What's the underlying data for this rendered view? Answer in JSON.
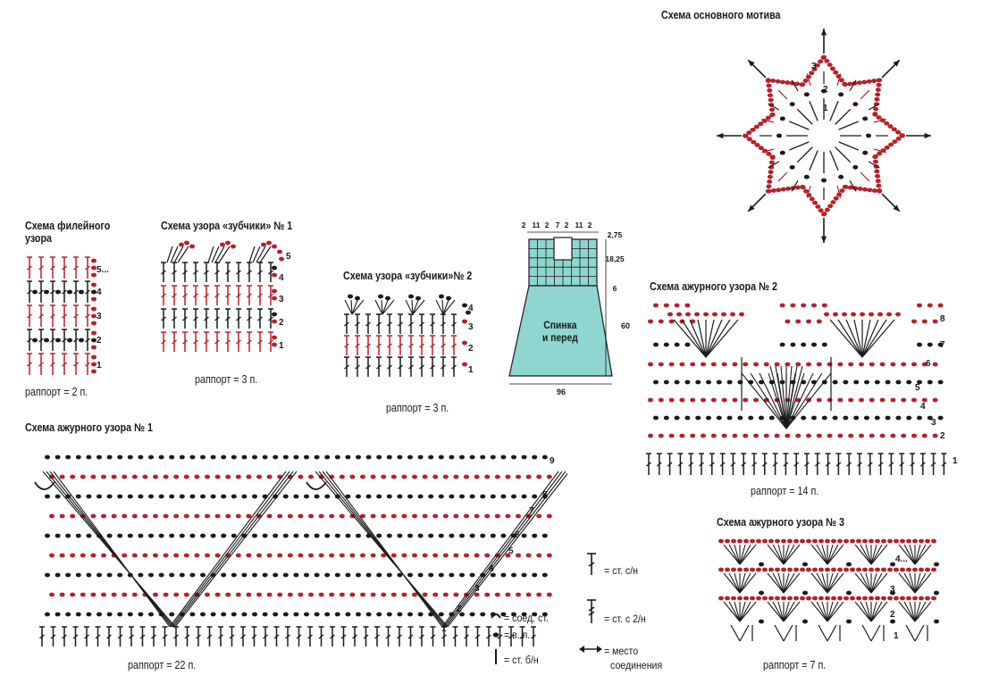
{
  "titles": {
    "filet": [
      "Схема филейного",
      "узора"
    ],
    "zub1": "Схема узора «зубчики» № 1",
    "zub2": "Схема узора «зубчики»№ 2",
    "motif": "Схема основного мотива",
    "azh1": "Схема ажурного узора № 1",
    "azh2": "Схема ажурного узора № 2",
    "azh3": "Схема ажурного узора № 3"
  },
  "repeats": {
    "filet": "раппорт = 2 п.",
    "zub1": "раппорт = 3 п.",
    "zub2": "раппорт = 3 п.",
    "azh1": "раппорт = 22 п.",
    "azh2": "раппорт = 14 п.",
    "azh3": "раппорт = 7 п."
  },
  "row_numbers": {
    "filet": [
      "5...",
      "4",
      "3",
      "2",
      "1"
    ],
    "zub1": [
      "5",
      "4",
      "3",
      "2",
      "1"
    ],
    "zub2": [
      "4",
      "3",
      "2",
      "1"
    ],
    "azh1": [
      "9",
      "8",
      "7",
      "6",
      "5",
      "4",
      "3",
      "2",
      "1"
    ],
    "azh2": [
      "8",
      "7",
      "6",
      "5",
      "4",
      "3",
      "2",
      "1"
    ],
    "azh3": [
      "4...",
      "3",
      "2",
      "1"
    ],
    "motif": [
      "3",
      "2",
      "1"
    ]
  },
  "pattern_piece": {
    "label_lines": [
      "Спинка",
      "и перед"
    ],
    "top_dims": [
      "2",
      "11",
      "2",
      "7",
      "2",
      "11",
      "2"
    ],
    "side_dims": [
      "2,75",
      "18,25",
      "6",
      "60"
    ],
    "bottom_dim": "96",
    "fill_color": "#8fd6d0"
  },
  "legend": [
    {
      "symbol": "slip-stitch",
      "text": "= соед. ст."
    },
    {
      "symbol": "chain",
      "text": "= в. п."
    },
    {
      "symbol": "single-crochet",
      "text": "= ст. б/н"
    },
    {
      "symbol": "double-crochet",
      "text": "= ст. с/н"
    },
    {
      "symbol": "treble-crochet",
      "text": "= ст. с 2/н"
    },
    {
      "symbol": "join-arrow",
      "text": [
        "= место",
        "соединения"
      ]
    }
  ],
  "colors": {
    "ink": "#1a1a1a",
    "red": "#b8202a",
    "teal": "#8fd6d0"
  }
}
